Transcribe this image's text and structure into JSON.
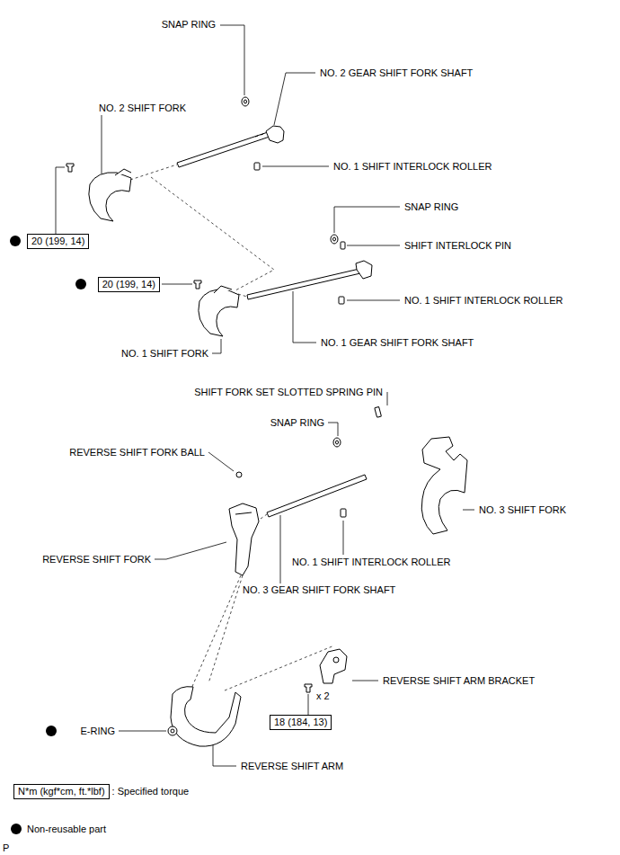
{
  "diagram": {
    "nodes": [
      {
        "text": [
          "20 (199, 14)"
        ]
      },
      {
        "text": [
          "20 (199, 14)"
        ]
      },
      {
        "text": [
          "18 (184, 13)"
        ]
      },
      {
        "text": [
          "N*m (kgf*cm, ft.*lbf)"
        ]
      }
    ],
    "labels": [
      "SNAP RING",
      "NO. 2 GEAR SHIFT FORK SHAFT",
      "NO. 2 SHIFT FORK",
      "NO. 1 SHIFT INTERLOCK ROLLER",
      "SNAP RING",
      "SHIFT INTERLOCK PIN",
      "NO. 1 SHIFT INTERLOCK ROLLER",
      "NO. 1 GEAR SHIFT FORK SHAFT",
      "NO. 1 SHIFT FORK",
      "SHIFT FORK SET SLOTTED SPRING PIN",
      "SNAP RING",
      "REVERSE SHIFT FORK BALL",
      "NO. 3 SHIFT FORK",
      "REVERSE SHIFT FORK",
      "NO. 1 SHIFT INTERLOCK ROLLER",
      "NO. 3 GEAR SHIFT FORK SHAFT",
      "REVERSE SHIFT ARM BRACKET",
      "x 2",
      "E-RING",
      "REVERSE SHIFT ARM",
      "P"
    ],
    "legend": [
      {
        "text": ": Specified torque"
      },
      {
        "text": "Non-reusable part"
      }
    ]
  }
}
